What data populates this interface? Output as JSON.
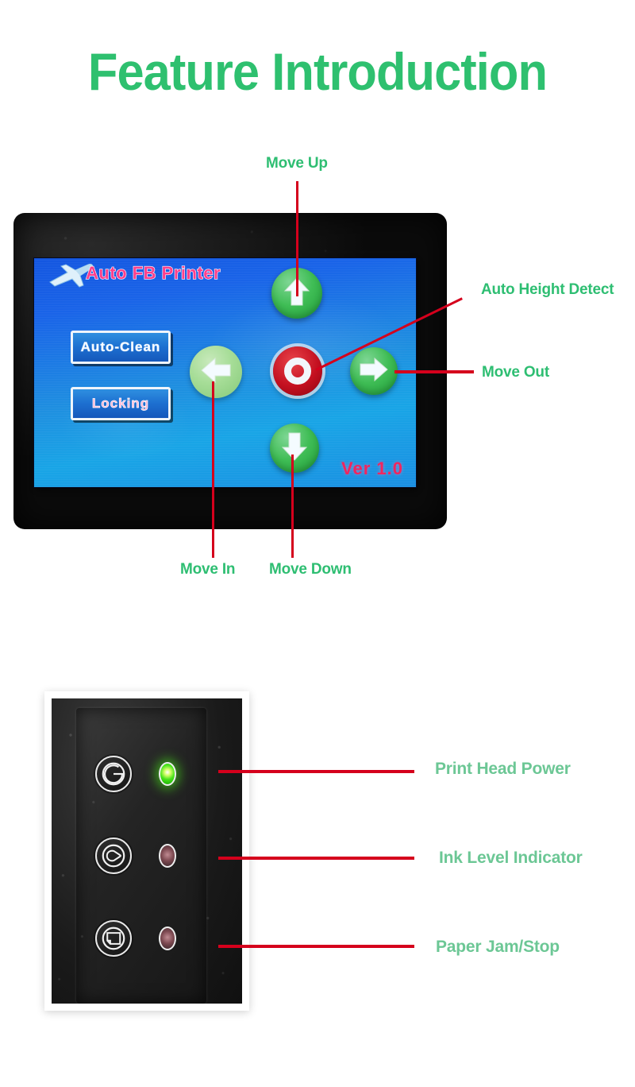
{
  "page": {
    "title": "Feature Introduction",
    "title_color": "#2ec06f",
    "background": "#ffffff",
    "leader_color": "#d5001c"
  },
  "lcd_panel": {
    "screen_title": "Auto FB Printer",
    "screen_title_color": "#ff3f8c",
    "airplane_icon": "airplane-icon",
    "version_text": "Ver 1.0",
    "version_color": "#f0255f",
    "buttons": [
      {
        "name": "auto-clean",
        "label": "Auto-Clean"
      },
      {
        "name": "locking",
        "label": "Locking"
      }
    ],
    "nav_buttons": [
      {
        "name": "move-up",
        "icon": "arrow-up-icon",
        "color": "#3fbd55"
      },
      {
        "name": "move-in",
        "icon": "arrow-left-icon",
        "color": "#a6dd97"
      },
      {
        "name": "auto-height-detect",
        "icon": "stop-circle-icon",
        "color": "#c41020"
      },
      {
        "name": "move-out",
        "icon": "arrow-right-icon",
        "color": "#3fbd55"
      },
      {
        "name": "move-down",
        "icon": "arrow-down-icon",
        "color": "#3fbd55"
      }
    ],
    "callouts": [
      {
        "key": "move_up",
        "label": "Move Up"
      },
      {
        "key": "auto_height_detect",
        "label": "Auto Height Detect"
      },
      {
        "key": "move_out",
        "label": "Move Out"
      },
      {
        "key": "move_in",
        "label": "Move In"
      },
      {
        "key": "move_down",
        "label": "Move Down"
      }
    ]
  },
  "control_panel": {
    "buttons": [
      {
        "name": "power-button",
        "icon": "power-icon"
      },
      {
        "name": "ink-button",
        "icon": "ink-drop-icon"
      },
      {
        "name": "paper-button",
        "icon": "paper-sheet-icon"
      }
    ],
    "leds": [
      {
        "name": "print-head-power-led",
        "state": "on",
        "color": "#46e219"
      },
      {
        "name": "ink-level-led",
        "state": "off",
        "color": "#7e4a52"
      },
      {
        "name": "paper-jam-led",
        "state": "off",
        "color": "#7e4a52"
      }
    ],
    "callouts": [
      {
        "key": "print_head_power",
        "label": "Print Head Power"
      },
      {
        "key": "ink_level_indicator",
        "label": "Ink Level Indicator"
      },
      {
        "key": "paper_jam_stop",
        "label": "Paper Jam/Stop"
      }
    ],
    "callout_color": "#6cc795"
  }
}
